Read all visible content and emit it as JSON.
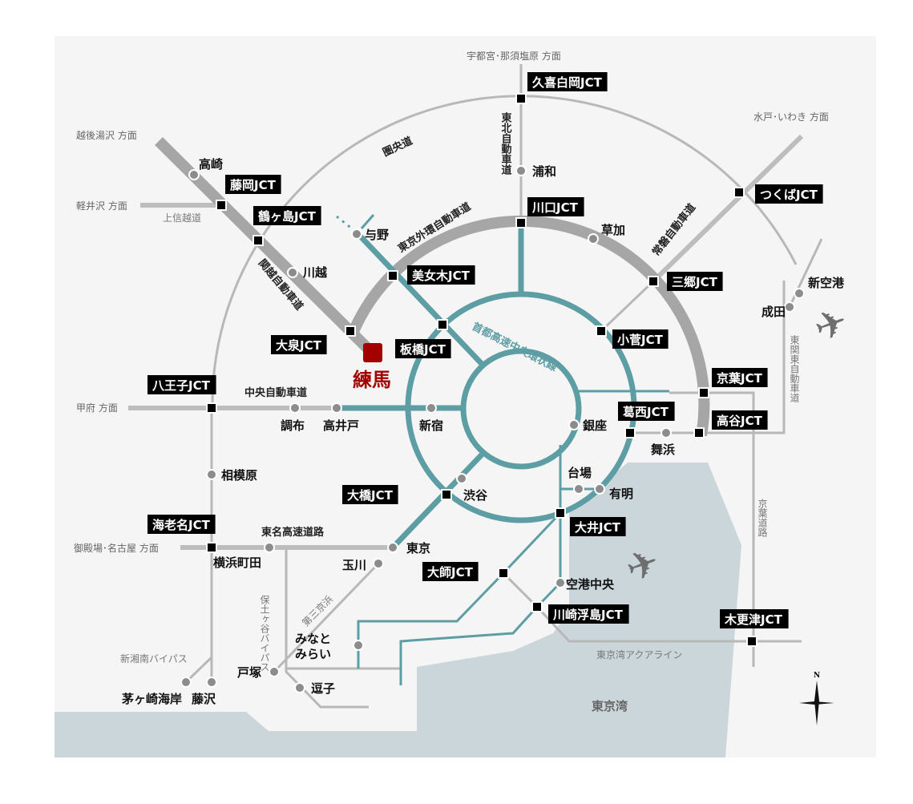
{
  "colors": {
    "teal": "#5d9ea5",
    "gray_road": "#a6a6a6",
    "water": "#cbd6da",
    "highlight": "#a30000"
  },
  "destination": "練馬",
  "directions": {
    "utsunomiya": "宇都宮･那須塩原 方面",
    "mito": "水戸･いわき 方面",
    "echigo": "越後湯沢 方面",
    "karuizawa": "軽井沢 方面",
    "kofu": "甲府 方面",
    "gotemba": "御殿場･名古屋 方面"
  },
  "roads": {
    "kenodo": "圏央道",
    "gaikan": "東京外環自動車道",
    "tohoku": "東北自動車道",
    "joban": "常磐自動車道",
    "kanetsu": "関越自動車道",
    "joshinetsu": "上信越道",
    "c2": "首都高速中央環状線",
    "chuo": "中央自動車道",
    "tomei": "東名高速道路",
    "higashikanto": "東関東自動車道",
    "keiyo": "京葉道路",
    "daisankeihin": "第三京浜",
    "hodogaya": "保土ヶ谷バイパス",
    "shinshonan": "新湘南バイパス",
    "aqualine": "東京湾アクアライン"
  },
  "junctions": [
    "久喜白岡JCT",
    "川口JCT",
    "つくばJCT",
    "藤岡JCT",
    "鶴ヶ島JCT",
    "美女木JCT",
    "三郷JCT",
    "大泉JCT",
    "板橋JCT",
    "小菅JCT",
    "京葉JCT",
    "葛西JCT",
    "高谷JCT",
    "八王子JCT",
    "大橋JCT",
    "大井JCT",
    "海老名JCT",
    "大師JCT",
    "川崎浮島JCT",
    "木更津JCT"
  ],
  "places": {
    "urawa": "浦和",
    "soka": "草加",
    "yono": "与野",
    "takasaki": "高崎",
    "kawagoe": "川越",
    "chofu": "調布",
    "takaido": "高井戸",
    "shinjuku": "新宿",
    "ginza": "銀座",
    "shibuya": "渋谷",
    "sagamihara": "相模原",
    "yokohamamachida": "横浜町田",
    "tokyo": "東京",
    "tamagawa": "玉川",
    "daiba": "台場",
    "ariake": "有明",
    "maihama": "舞浜",
    "kukochuo": "空港中央",
    "minatomirai": "みなと\nみらい",
    "minatomirai_1": "みなと",
    "minatomirai_2": "みらい",
    "totsuka": "戸塚",
    "zushi": "逗子",
    "chigasaki": "茅ヶ崎海岸",
    "fujisawa": "藤沢",
    "narita": "成田",
    "shinkuko": "新空港",
    "tokyowan": "東京湾"
  },
  "icons": {
    "airport": "airplane-icon",
    "compass": "compass-north-icon"
  },
  "compass_label": "N"
}
